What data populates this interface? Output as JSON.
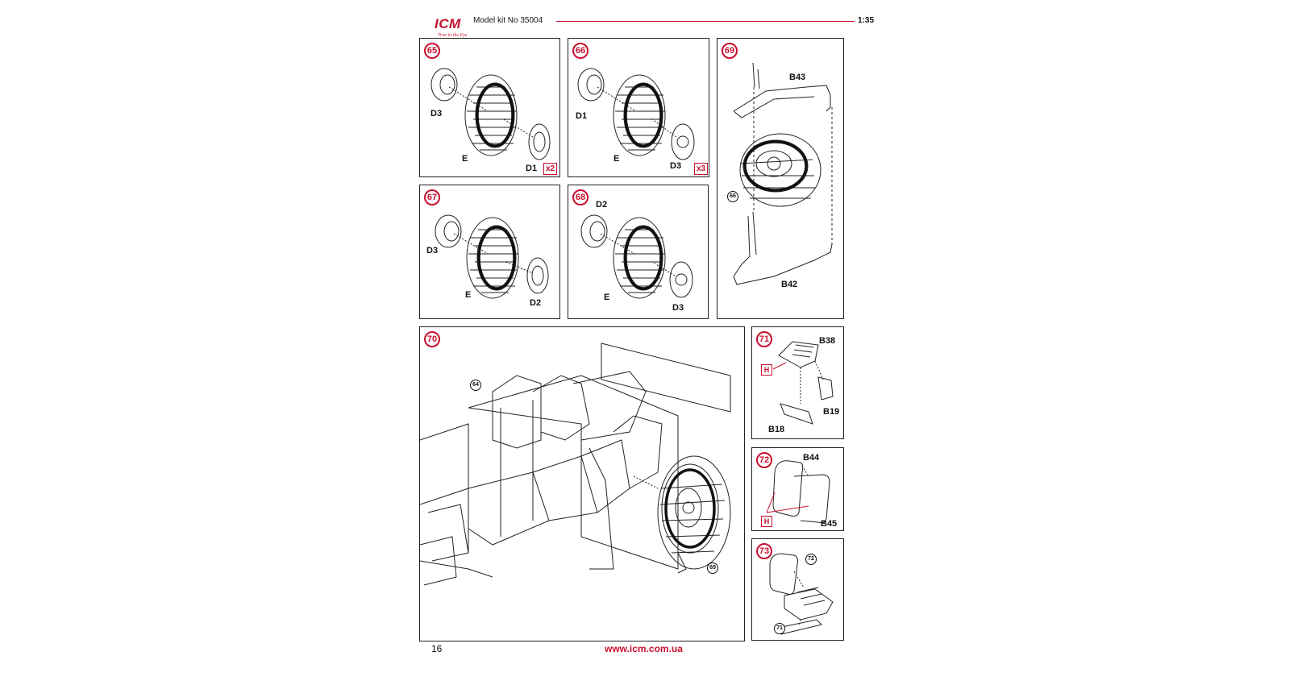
{
  "header": {
    "brand": "ICM",
    "tagline": "True to the Eye",
    "kit_label": "Model kit No 35004",
    "scale": "1:35"
  },
  "steps": {
    "s65": {
      "number": "65",
      "labels": {
        "rim_left": "D3",
        "tire": "E",
        "rim_right": "D1"
      },
      "quantity": "x2"
    },
    "s66": {
      "number": "66",
      "labels": {
        "rim_left": "D1",
        "tire": "E",
        "rim_right": "D3"
      },
      "quantity": "x3"
    },
    "s67": {
      "number": "67",
      "labels": {
        "rim_left": "D3",
        "tire": "E",
        "rim_right": "D2"
      }
    },
    "s68": {
      "number": "68",
      "labels": {
        "rim_left": "D2",
        "tire": "E",
        "rim_right": "D3"
      }
    },
    "s69": {
      "number": "69",
      "labels": {
        "top_bracket": "B43",
        "bottom_bracket": "B42"
      },
      "ref": "66"
    },
    "s70": {
      "number": "70",
      "refs": {
        "chassis": "64",
        "spare": "69"
      }
    },
    "s71": {
      "number": "71",
      "labels": {
        "seat": "B38",
        "leg_right": "B19",
        "leg_left": "B18"
      },
      "marker": "H"
    },
    "s72": {
      "number": "72",
      "labels": {
        "back_top": "B44",
        "back_bottom": "B45"
      },
      "marker": "H"
    },
    "s73": {
      "number": "73",
      "refs": {
        "back": "72",
        "base": "71"
      }
    }
  },
  "footer": {
    "page_number": "16",
    "url": "www.icm.com.ua"
  },
  "colors": {
    "accent": "#c8102e",
    "line": "#222222"
  }
}
